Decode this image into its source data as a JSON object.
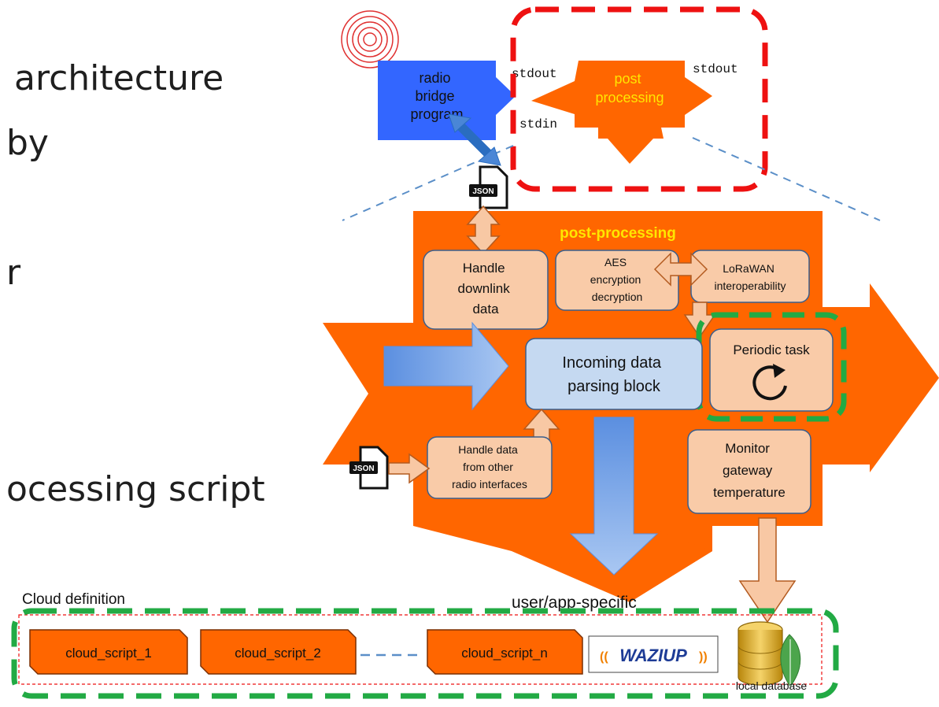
{
  "slide": {
    "fragments": [
      "architecture",
      "by",
      "r",
      "ocessing script"
    ]
  },
  "top": {
    "radio_bridge": [
      "radio",
      "bridge",
      "program"
    ],
    "stdout_left": "stdout",
    "stdout_right": "stdout",
    "stdin": "stdin",
    "post_processing": [
      "post",
      "processing"
    ]
  },
  "json_icon_label": "JSON",
  "main": {
    "title": "post-processing",
    "handle_downlink": [
      "Handle",
      "downlink",
      "data"
    ],
    "aes": [
      "AES",
      "encryption",
      "decryption"
    ],
    "lorawan": [
      "LoRaWAN",
      "interoperability"
    ],
    "periodic": "Periodic task",
    "incoming": [
      "Incoming data",
      "parsing block"
    ],
    "handle_other": [
      "Handle data",
      "from other",
      "radio interfaces"
    ],
    "monitor": [
      "Monitor",
      "gateway",
      "temperature"
    ]
  },
  "bottom": {
    "cloud_definition": "Cloud definition",
    "user_app": "user/app-specific",
    "scripts": [
      "cloud_script_1",
      "cloud_script_2",
      "cloud_script_n"
    ],
    "waziup_logo": "WAZIUP",
    "local_database": "local database"
  },
  "colors": {
    "orange": "#FF6600",
    "box": "#F9CBA8",
    "blue_box": "#3366FF",
    "light_blue": "#C5D9F1",
    "green_dash": "#22AA44",
    "red_dash": "#EE1111",
    "peach_arrow": "#F8C8A4"
  }
}
